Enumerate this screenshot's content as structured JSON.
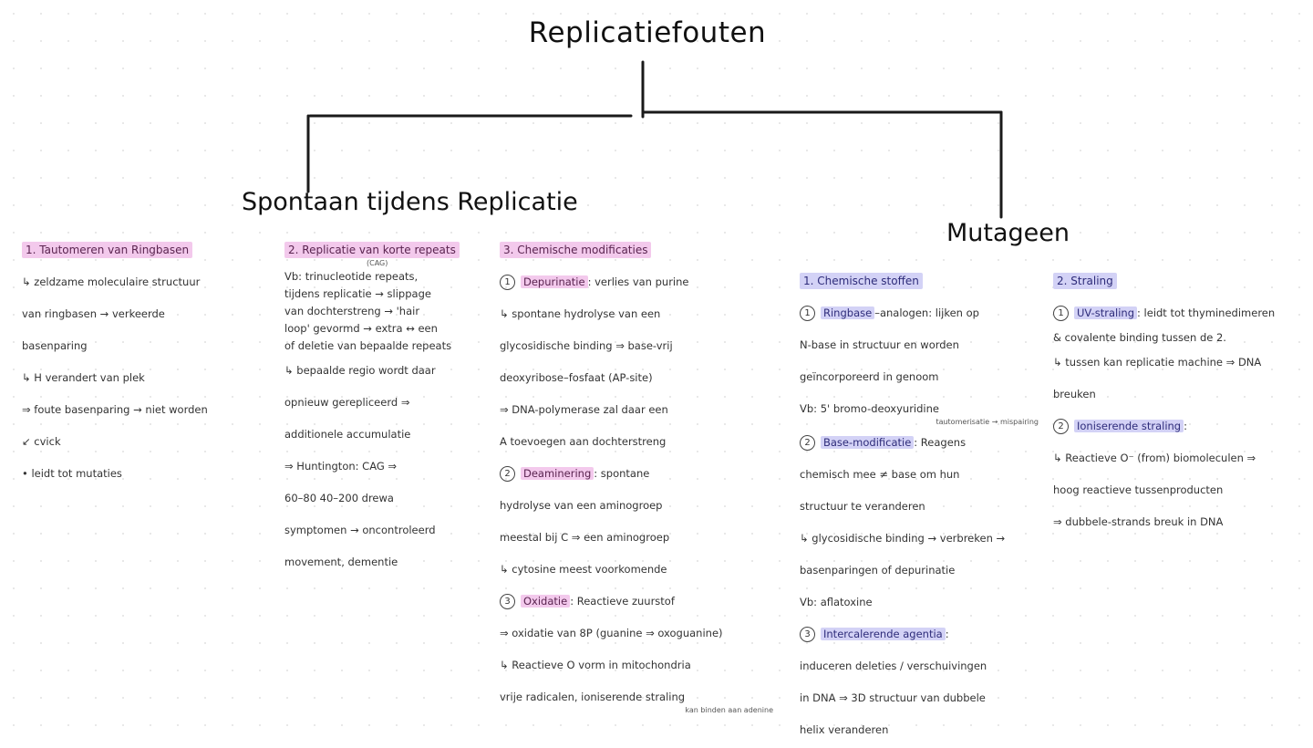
{
  "diagram": {
    "title": "Replicatiefouten",
    "branches": {
      "left": "Spontaan tijdens Replicatie",
      "right": "Mutageen"
    },
    "columns": [
      {
        "id": "c1",
        "heading": "1. Tautomeren van Ringbasen",
        "highlight": "pink",
        "lines": [
          "↳ zeldzame moleculaire structuur",
          "van ringbasen → verkeerde",
          "basenparing",
          "↳ H verandert van plek",
          "⇒ foute basenparing → niet worden",
          "    ↙ cvick",
          "  • leidt tot mutaties"
        ]
      },
      {
        "id": "c2",
        "heading": "2. Replicatie van korte repeats",
        "highlight": "pink",
        "subheading": "(CAG)",
        "lines_tight": [
          "Vb: trinucleotide repeats,",
          "tijdens replicatie → slippage",
          "van dochterstreng → 'hair",
          "loop' gevormd → extra ↔ een",
          "of deletie van bepaalde repeats"
        ],
        "lines": [
          "↳ bepaalde regio wordt daar",
          "opnieuw gerepliceerd ⇒",
          "additionele accumulatie",
          "⇒ Huntington: CAG ⇒",
          "60–80     40–200 drewa",
          "symptomen → oncontroleerd",
          "movement, dementie"
        ]
      },
      {
        "id": "c3",
        "heading": "3. Chemische modificaties",
        "highlight": "pink",
        "items": [
          {
            "num": "1",
            "term": "Depurinatie",
            "text": ": verlies van purine",
            "lines": [
              "↳ spontane hydrolyse van een",
              "glycosidische binding ⇒ base-vrij",
              "deoxyribose–fosfaat (AP-site)",
              "⇒ DNA-polymerase zal daar een",
              "A toevoegen aan dochterstreng"
            ]
          },
          {
            "num": "2",
            "term": "Deaminering",
            "text": ": spontane",
            "lines": [
              "hydrolyse van een aminogroep",
              "meestal bij C ⇒ een aminogroep",
              "↳ cytosine meest voorkomende"
            ]
          },
          {
            "num": "3",
            "term": "Oxidatie",
            "text": ": Reactieve zuurstof",
            "lines": [
              "⇒ oxidatie van 8P (guanine ⇒ oxoguanine)",
              "↳ Reactieve O vorm in mitochondria",
              "vrije radicalen, ioniserende straling"
            ],
            "note": "kan binden aan adenine"
          }
        ]
      },
      {
        "id": "c4",
        "heading": "1. Chemische stoffen",
        "highlight": "blue",
        "items": [
          {
            "num": "1",
            "term": "Ringbase",
            "text": "–analogen: lijken op",
            "lines": [
              "N-base in structuur en worden",
              "geïncorporeerd in genoom",
              "Vb: 5' bromo-deoxyuridine"
            ],
            "note": "tautomerisatie → mispairing"
          },
          {
            "num": "2",
            "term": "Base-modificatie",
            "text": ": Reagens",
            "lines": [
              "chemisch mee ≠ base om hun",
              "structuur te veranderen",
              "↳ glycosidische binding → verbreken →",
              "basenparingen of depurinatie",
              "Vb: aflatoxine"
            ]
          },
          {
            "num": "3",
            "term": "Intercalerende agentia",
            "text": ":",
            "lines": [
              "induceren deleties / verschuivingen",
              "in DNA ⇒ 3D structuur van dubbele",
              "helix veranderen"
            ]
          }
        ]
      },
      {
        "id": "c5",
        "heading": "2. Straling",
        "highlight": "blue",
        "items": [
          {
            "num": "1",
            "term": "UV-straling",
            "text": ": leidt tot thyminedimeren",
            "lines_tight": [
              "   & covalente binding tussen de 2."
            ],
            "lines": [
              "↳ tussen kan replicatie machine ⇒ DNA",
              "breuken"
            ]
          },
          {
            "num": "2",
            "term": "Ioniserende straling",
            "text": ":",
            "lines": [
              "↳ Reactieve O⁻ (from) biomoleculen ⇒",
              "hoog reactieve tussenproducten",
              "⇒ dubbele-strands breuk in DNA"
            ]
          }
        ]
      }
    ],
    "colors": {
      "ink": "#2a2a2a",
      "highlight_pink": "#f3c9ec",
      "highlight_blue": "#d3d2f6",
      "connector": "#1a1a1a"
    }
  }
}
